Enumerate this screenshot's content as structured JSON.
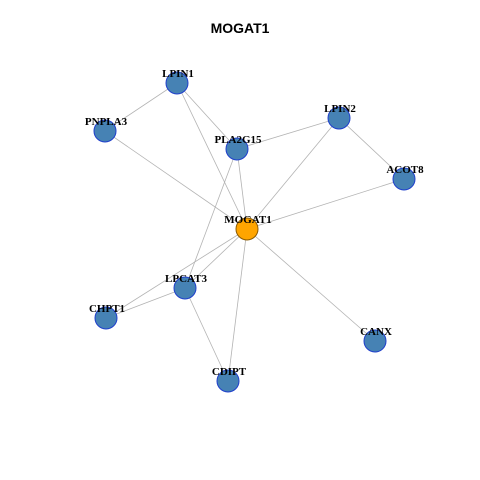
{
  "title": "MOGAT1",
  "colors": {
    "center_fill": "#FFA500",
    "center_stroke": "#8B5A00",
    "node_fill": "#4682B4",
    "node_stroke": "#1F3FCC",
    "edge": "#B3B3B3"
  },
  "nodes": [
    {
      "id": "MOGAT1",
      "label": "MOGAT1",
      "center": true
    },
    {
      "id": "LPIN1",
      "label": "LPIN1"
    },
    {
      "id": "PNPLA3",
      "label": "PNPLA3"
    },
    {
      "id": "PLA2G15",
      "label": "PLA2G15"
    },
    {
      "id": "LPIN2",
      "label": "LPIN2"
    },
    {
      "id": "ACOT8",
      "label": "ACOT8"
    },
    {
      "id": "LPCAT3",
      "label": "LPCAT3"
    },
    {
      "id": "CHPT1",
      "label": "CHPT1"
    },
    {
      "id": "CDIPT",
      "label": "CDIPT"
    },
    {
      "id": "CANX",
      "label": "CANX"
    }
  ],
  "edges": [
    [
      "MOGAT1",
      "LPIN1"
    ],
    [
      "MOGAT1",
      "PNPLA3"
    ],
    [
      "MOGAT1",
      "PLA2G15"
    ],
    [
      "MOGAT1",
      "LPIN2"
    ],
    [
      "MOGAT1",
      "ACOT8"
    ],
    [
      "MOGAT1",
      "LPCAT3"
    ],
    [
      "MOGAT1",
      "CHPT1"
    ],
    [
      "MOGAT1",
      "CDIPT"
    ],
    [
      "MOGAT1",
      "CANX"
    ],
    [
      "LPIN1",
      "PNPLA3"
    ],
    [
      "LPIN1",
      "PLA2G15"
    ],
    [
      "PLA2G15",
      "LPIN2"
    ],
    [
      "PLA2G15",
      "LPCAT3"
    ],
    [
      "LPIN2",
      "ACOT8"
    ],
    [
      "LPCAT3",
      "CHPT1"
    ],
    [
      "LPCAT3",
      "CDIPT"
    ]
  ]
}
